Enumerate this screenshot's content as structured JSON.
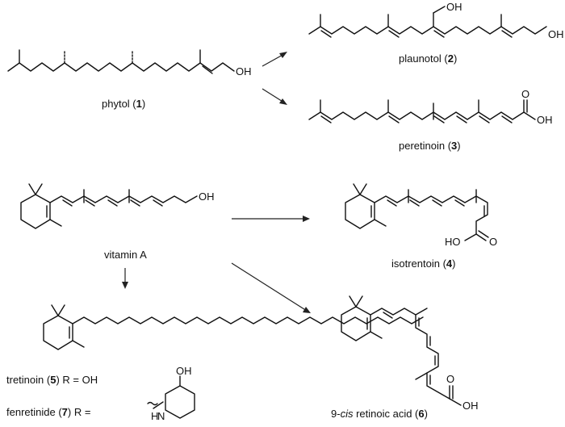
{
  "compounds": {
    "phytol": {
      "name": "phytol (",
      "num": "1",
      "close": ")"
    },
    "plaunotol": {
      "name": "plaunotol (",
      "num": "2",
      "close": ")"
    },
    "peretinoin": {
      "name": "peretinoin (",
      "num": "3",
      "close": ")"
    },
    "vitamin_a": {
      "name": "vitamin A"
    },
    "isotrentoin": {
      "name": "isotrentoin (",
      "num": "4",
      "close": ")"
    },
    "tretinoin": {
      "name": "tretinoin (",
      "num": "5",
      "close": ") R = OH"
    },
    "fenretinide": {
      "name": "fenretinide (",
      "num": "7",
      "close": ") R ="
    },
    "cis_ra": {
      "prefix": "9-",
      "italic": "cis",
      "name": " retinoic acid (",
      "num": "6",
      "close": ")"
    }
  },
  "atoms": {
    "OH": "OH",
    "O": "O",
    "R": "R",
    "HO": "HO",
    "NH": "N",
    "H": "H"
  }
}
